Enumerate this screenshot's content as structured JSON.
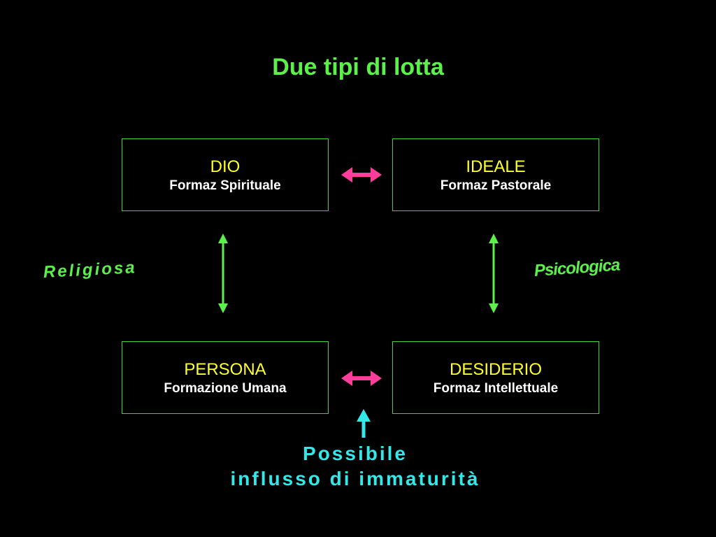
{
  "title": "Due tipi di lotta",
  "boxes": {
    "dio": {
      "head": "DIO",
      "sub": "Formaz Spirituale"
    },
    "ideale": {
      "head": "IDEALE",
      "sub": "Formaz Pastorale"
    },
    "persona": {
      "head": "PERSONA",
      "sub": "Formazione Umana"
    },
    "desiderio": {
      "head": "DESIDERIO",
      "sub": "Formaz Intellettuale"
    }
  },
  "labels": {
    "left": "Religiosa",
    "right": "Psicologica"
  },
  "note": {
    "line1": "Possibile",
    "line2": "influsso di immaturità"
  },
  "colors": {
    "title": "#5CF04A",
    "box_border": "#3FD43A",
    "box_head": "#FFFF2E",
    "horizontal_arrow": "#FF3D9A",
    "vertical_arrow": "#5CF04A",
    "note": "#33E8E8"
  },
  "icons": {
    "horizontal": "double-headed-arrow",
    "vertical": "double-headed-arrow",
    "note": "up-arrow"
  }
}
